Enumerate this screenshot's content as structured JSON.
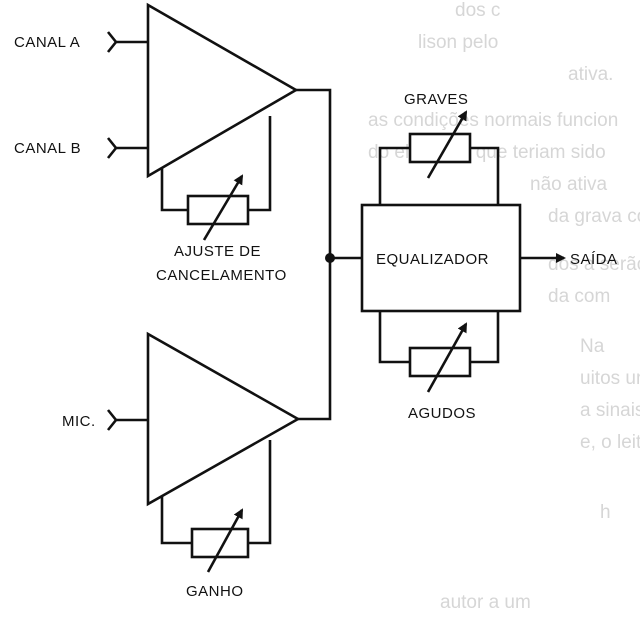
{
  "labels": {
    "canal_a": "CANAL A",
    "canal_b": "CANAL B",
    "mic": "MIC.",
    "ajuste_line1": "AJUSTE DE",
    "ajuste_line2": "CANCELAMENTO",
    "ganho": "GANHO",
    "graves": "GRAVES",
    "agudos": "AGUDOS",
    "equalizador": "EQUALIZADOR",
    "saida": "SAÍDA"
  },
  "background_text": [
    "dos c",
    "lison pelo",
    "ativa.",
    "as condições normais funcion",
    "do elimina o que teriam sido",
    "não ativa",
    "da grava como",
    "dos a serão",
    "da com",
    "Na",
    "uitos um",
    "a sinais c",
    "e, o leitor",
    "h",
    "autor a um"
  ],
  "colors": {
    "ink": "#111111",
    "paper": "#ffffff",
    "bleed": "#d6d6d6"
  }
}
